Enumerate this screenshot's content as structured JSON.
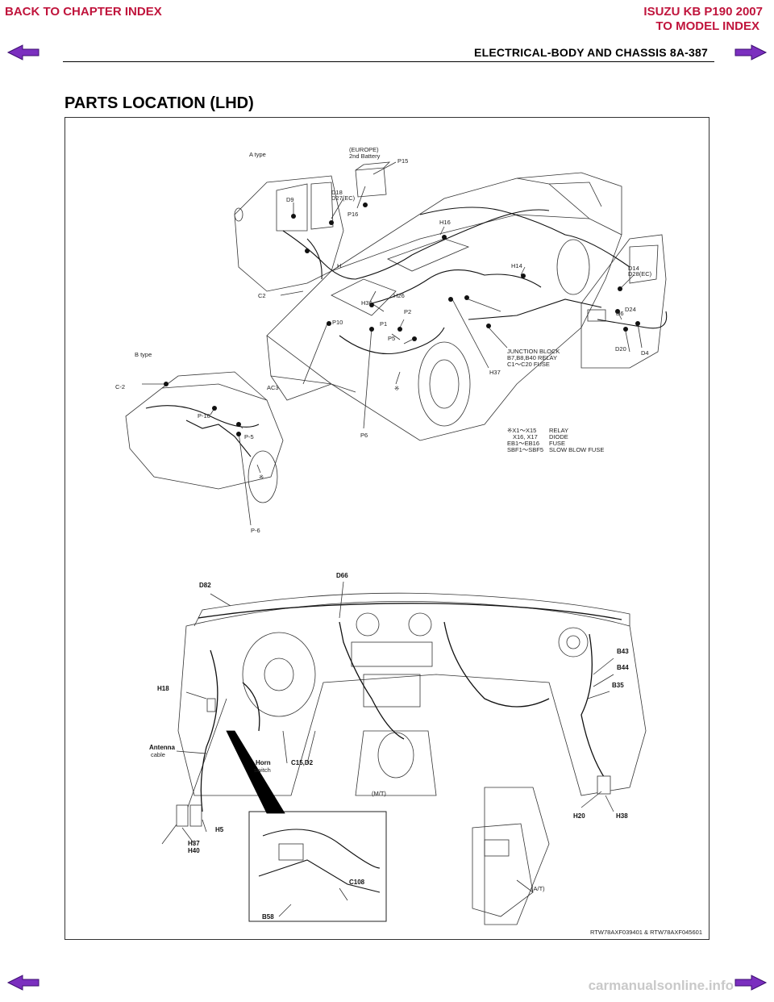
{
  "nav": {
    "back_to_chapter": "BACK TO CHAPTER INDEX",
    "model_name": "ISUZU KB P190 2007",
    "to_model_index": "TO MODEL INDEX"
  },
  "header": {
    "title": "ELECTRICAL-BODY AND CHASSIS  8A-387"
  },
  "section_title": "PARTS LOCATION (LHD)",
  "figure": {
    "caption": "RTW78AXF039401 & RTW78AXF045601",
    "upper": {
      "a_type": "A type",
      "b_type": "B type",
      "europe": "(EUROPE)",
      "second_battery": "2nd Battery",
      "labels": {
        "p15": "P15",
        "p16": "P16",
        "d9": "D9",
        "d18": "D18",
        "d27": "D27(EC)",
        "h16": "H16",
        "h14": "H14",
        "d14": "D14",
        "d28": "D28(EC)",
        "d6": "D6",
        "d24": "D24",
        "d20": "D20",
        "d4": "D4",
        "c2": "C2",
        "h26": "H26",
        "h36": "H36",
        "h": "H",
        "p2": "P2",
        "p1": "P1",
        "p5": "P5",
        "p10": "P10",
        "ac3": "AC3",
        "h37": "H37",
        "p6": "P6",
        "star": "※",
        "c2b": "C-2",
        "p10b": "P-10",
        "p5b": "P-5",
        "p6b": "P-6"
      },
      "junction": {
        "line1": "JUNCTION BLOCK",
        "line2": "B7,B8,B40 RELAY",
        "line3": "C1～C20 FUSE"
      },
      "legend": [
        {
          "code": "※X1～X15",
          "desc": "RELAY"
        },
        {
          "code": "X16, X17",
          "desc": "DIODE"
        },
        {
          "code": "EB1～EB16",
          "desc": "FUSE"
        },
        {
          "code": "SBF1～SBF5",
          "desc": "SLOW BLOW FUSE"
        }
      ]
    },
    "lower": {
      "labels": {
        "d82": "D82",
        "d66": "D66",
        "b43": "B43",
        "b44": "B44",
        "b35": "B35",
        "h18": "H18",
        "antenna1": "Antenna",
        "antenna2": "cable",
        "horn1": "Horn",
        "horn2": "switch",
        "c15d2": "C15,D2",
        "h5": "H5",
        "h37": "H37",
        "h40": "H40",
        "mt": "(M/T)",
        "h20": "H20",
        "h38": "H38",
        "c108": "C108",
        "b58": "B58",
        "at": "(A/T)"
      }
    }
  },
  "watermark": "carmanualsonline.info",
  "colors": {
    "nav": "#c0143c",
    "arrow_fill": "#7b2fbf",
    "arrow_stroke": "#3c0f70"
  }
}
